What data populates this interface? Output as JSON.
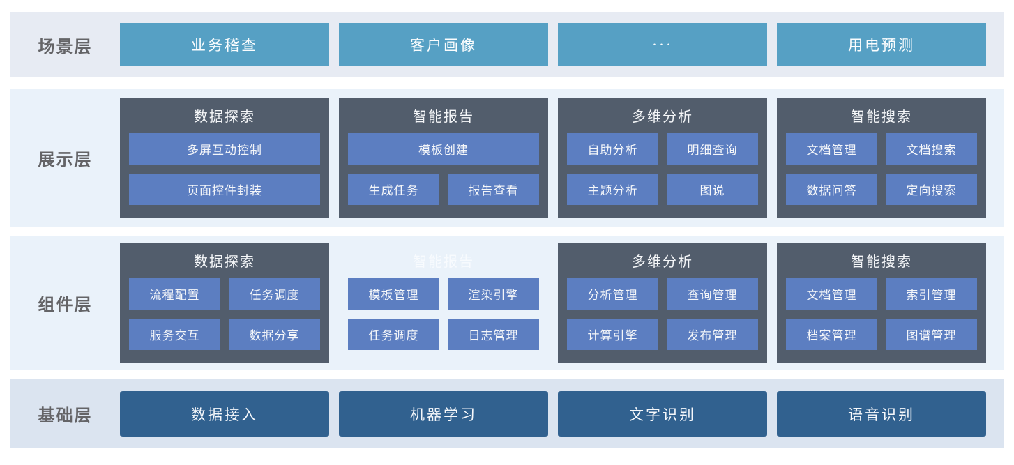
{
  "colors": {
    "teal": "#56a0c4",
    "slate": "#525d6c",
    "blue": "#5c7ec1",
    "dark_blue": "#31618f",
    "band1_bg": "#e7ebf3",
    "band2_bg": "#eaf2fa",
    "band3_bg": "#eaf2fa",
    "band4_bg": "#dbe4f0",
    "label_text": "#646467"
  },
  "scenario_layer": {
    "label": "场景层",
    "items": [
      "业务稽查",
      "客户画像",
      "···",
      "用电预测"
    ]
  },
  "presentation_layer": {
    "label": "展示层",
    "groups": [
      {
        "title": "数据探索",
        "dark": true,
        "rows": [
          [
            "多屏互动控制"
          ],
          [
            "页面控件封装"
          ]
        ]
      },
      {
        "title": "智能报告",
        "dark": true,
        "rows": [
          [
            "模板创建"
          ],
          [
            "生成任务",
            "报告查看"
          ]
        ]
      },
      {
        "title": "多维分析",
        "dark": true,
        "rows": [
          [
            "自助分析",
            "明细查询"
          ],
          [
            "主题分析",
            "图说"
          ]
        ]
      },
      {
        "title": "智能搜索",
        "dark": true,
        "rows": [
          [
            "文档管理",
            "文档搜索"
          ],
          [
            "数据问答",
            "定向搜索"
          ]
        ]
      }
    ]
  },
  "component_layer": {
    "label": "组件层",
    "groups": [
      {
        "title": "数据探索",
        "dark": true,
        "rows": [
          [
            "流程配置",
            "任务调度"
          ],
          [
            "服务交互",
            "数据分享"
          ]
        ]
      },
      {
        "title": "智能报告",
        "dark": false,
        "rows": [
          [
            "模板管理",
            "渲染引擎"
          ],
          [
            "任务调度",
            "日志管理"
          ]
        ]
      },
      {
        "title": "多维分析",
        "dark": true,
        "rows": [
          [
            "分析管理",
            "查询管理"
          ],
          [
            "计算引擎",
            "发布管理"
          ]
        ]
      },
      {
        "title": "智能搜索",
        "dark": true,
        "rows": [
          [
            "文档管理",
            "索引管理"
          ],
          [
            "档案管理",
            "图谱管理"
          ]
        ]
      }
    ]
  },
  "foundation_layer": {
    "label": "基础层",
    "items": [
      "数据接入",
      "机器学习",
      "文字识别",
      "语音识别"
    ]
  }
}
